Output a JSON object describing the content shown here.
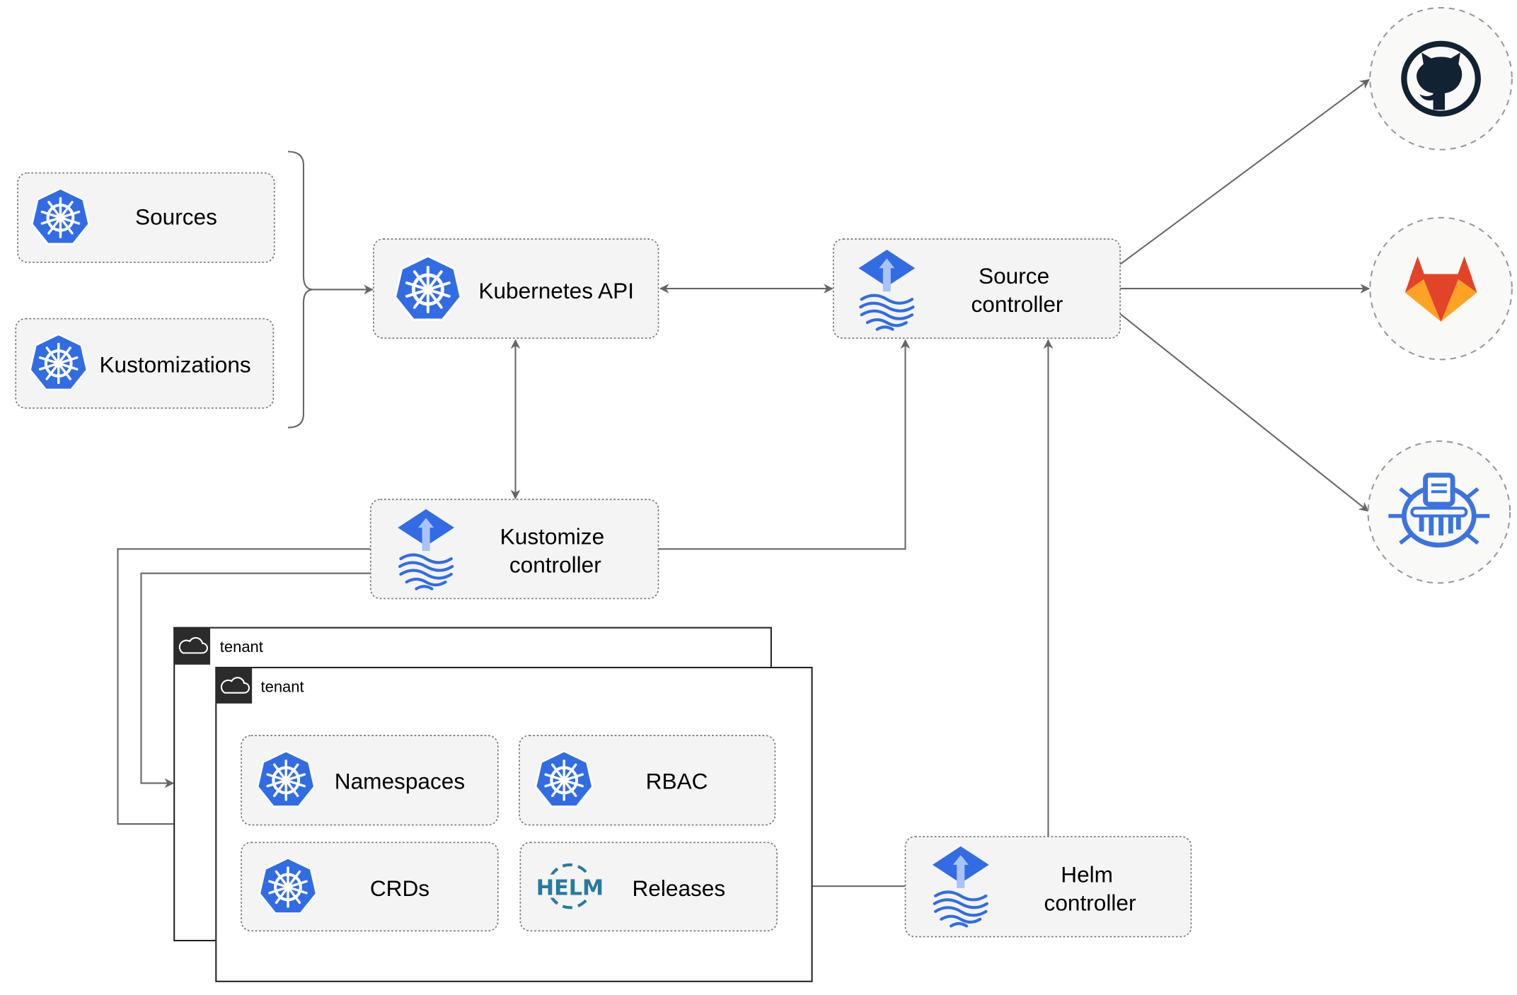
{
  "nodes": {
    "sources": "Sources",
    "kustomizations": "Kustomizations",
    "kubernetes_api": "Kubernetes API",
    "source_controller": [
      "Source",
      "controller"
    ],
    "kustomize_controller": [
      "Kustomize",
      "controller"
    ],
    "helm_controller": [
      "Helm",
      "controller"
    ],
    "namespaces": "Namespaces",
    "rbac": "RBAC",
    "crds": "CRDs",
    "releases": "Releases"
  },
  "tenants": [
    "tenant",
    "tenant"
  ],
  "helm_logo_text": "HELM",
  "external_sources": [
    {
      "name": "github-icon"
    },
    {
      "name": "gitlab-icon"
    },
    {
      "name": "bucket-icon"
    }
  ],
  "colors": {
    "kubernetes_blue": "#326ce5",
    "helm_blue": "#277a9f",
    "gitlab_orange": "#e24329",
    "github_dark": "#112233"
  }
}
